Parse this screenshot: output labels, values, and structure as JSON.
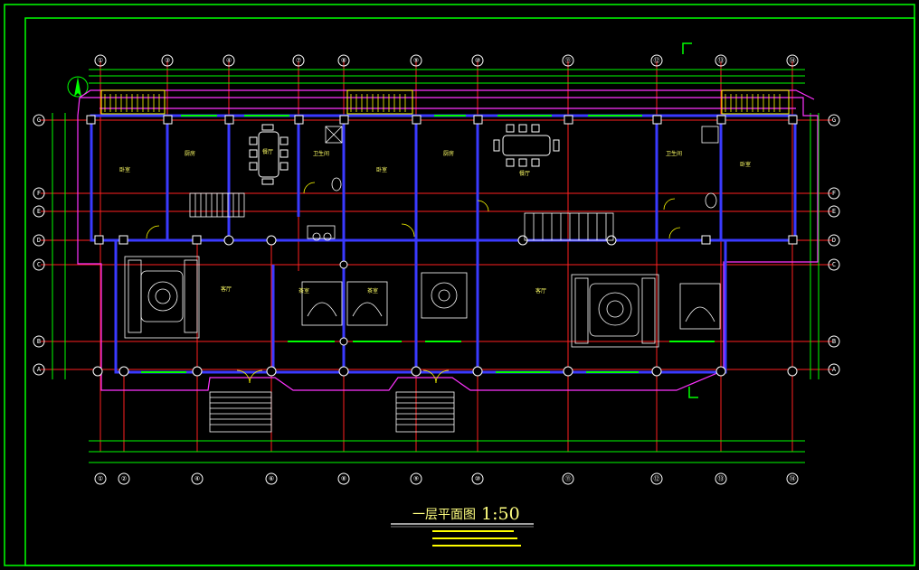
{
  "drawing": {
    "title": "一层平面图",
    "scale": "1:50",
    "axes_top": [
      "①",
      "③",
      "④",
      "⑦",
      "⑧",
      "⑨",
      "⑩",
      "⑪",
      "⑫",
      "⑬",
      "⑭"
    ],
    "axes_bottom": [
      "①",
      "②",
      "④",
      "⑥",
      "⑧",
      "⑨",
      "⑩",
      "⑪",
      "⑫",
      "⑬",
      "⑭"
    ],
    "axes_left": [
      "G",
      "F",
      "E",
      "D",
      "C",
      "B",
      "A"
    ],
    "axes_right": [
      "G",
      "F",
      "E",
      "D",
      "C",
      "B",
      "A"
    ],
    "colors": {
      "background": "#000000",
      "frame": "#00ff00",
      "grid": "#ff2020",
      "walls": "#3a3aff",
      "outline": "#ff33ff",
      "fixtures": "#ffffff",
      "labels": "#ffff00"
    }
  }
}
